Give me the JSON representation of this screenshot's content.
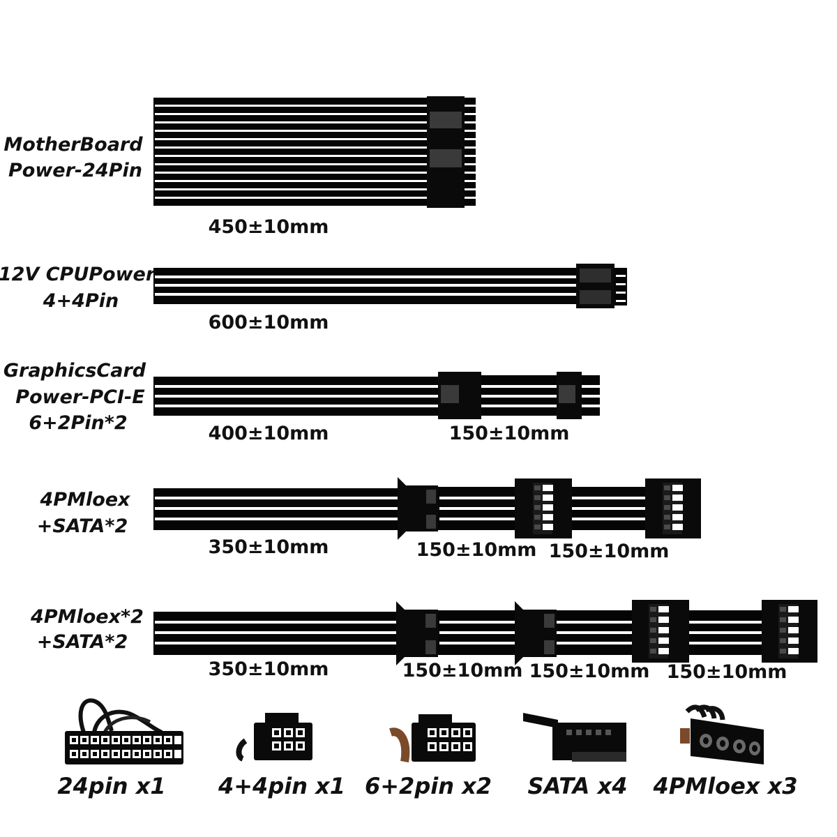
{
  "colors": {
    "cable": "#050505",
    "stripe": "#ffffff",
    "connector": "#0a0a0a",
    "latch": "#3a3a3a",
    "accent_brown": "#7a4a2a"
  },
  "cables": [
    {
      "id": "mb24",
      "label_lines": [
        "MotherBoard",
        "Power-24Pin"
      ],
      "lengths": [
        "450±10mm"
      ]
    },
    {
      "id": "cpu44",
      "label_lines": [
        "12V CPUPower",
        "4+4Pin"
      ],
      "lengths": [
        "600±10mm"
      ]
    },
    {
      "id": "pcie",
      "label_lines": [
        "GraphicsCard",
        "Power-PCI-E",
        "6+2Pin*2"
      ],
      "lengths": [
        "400±10mm",
        "150±10mm"
      ]
    },
    {
      "id": "molexsata",
      "label_lines": [
        "4PMloex",
        "+SATA*2"
      ],
      "lengths": [
        "350±10mm",
        "150±10mm",
        "150±10mm"
      ]
    },
    {
      "id": "molex2sata",
      "label_lines": [
        "4PMloex*2",
        "+SATA*2"
      ],
      "lengths": [
        "350±10mm",
        "150±10mm",
        "150±10mm",
        "150±10mm"
      ]
    }
  ],
  "connectors": [
    {
      "icon": "atx-24pin-connector-icon",
      "caption": "24pin x1"
    },
    {
      "icon": "eps-4plus4-connector-icon",
      "caption": "4+4pin x1"
    },
    {
      "icon": "pcie-6plus2-connector-icon",
      "caption": "6+2pin x2"
    },
    {
      "icon": "sata-power-connector-icon",
      "caption": "SATA x4"
    },
    {
      "icon": "molex-4pin-connector-icon",
      "caption": "4PMloex x3"
    }
  ]
}
